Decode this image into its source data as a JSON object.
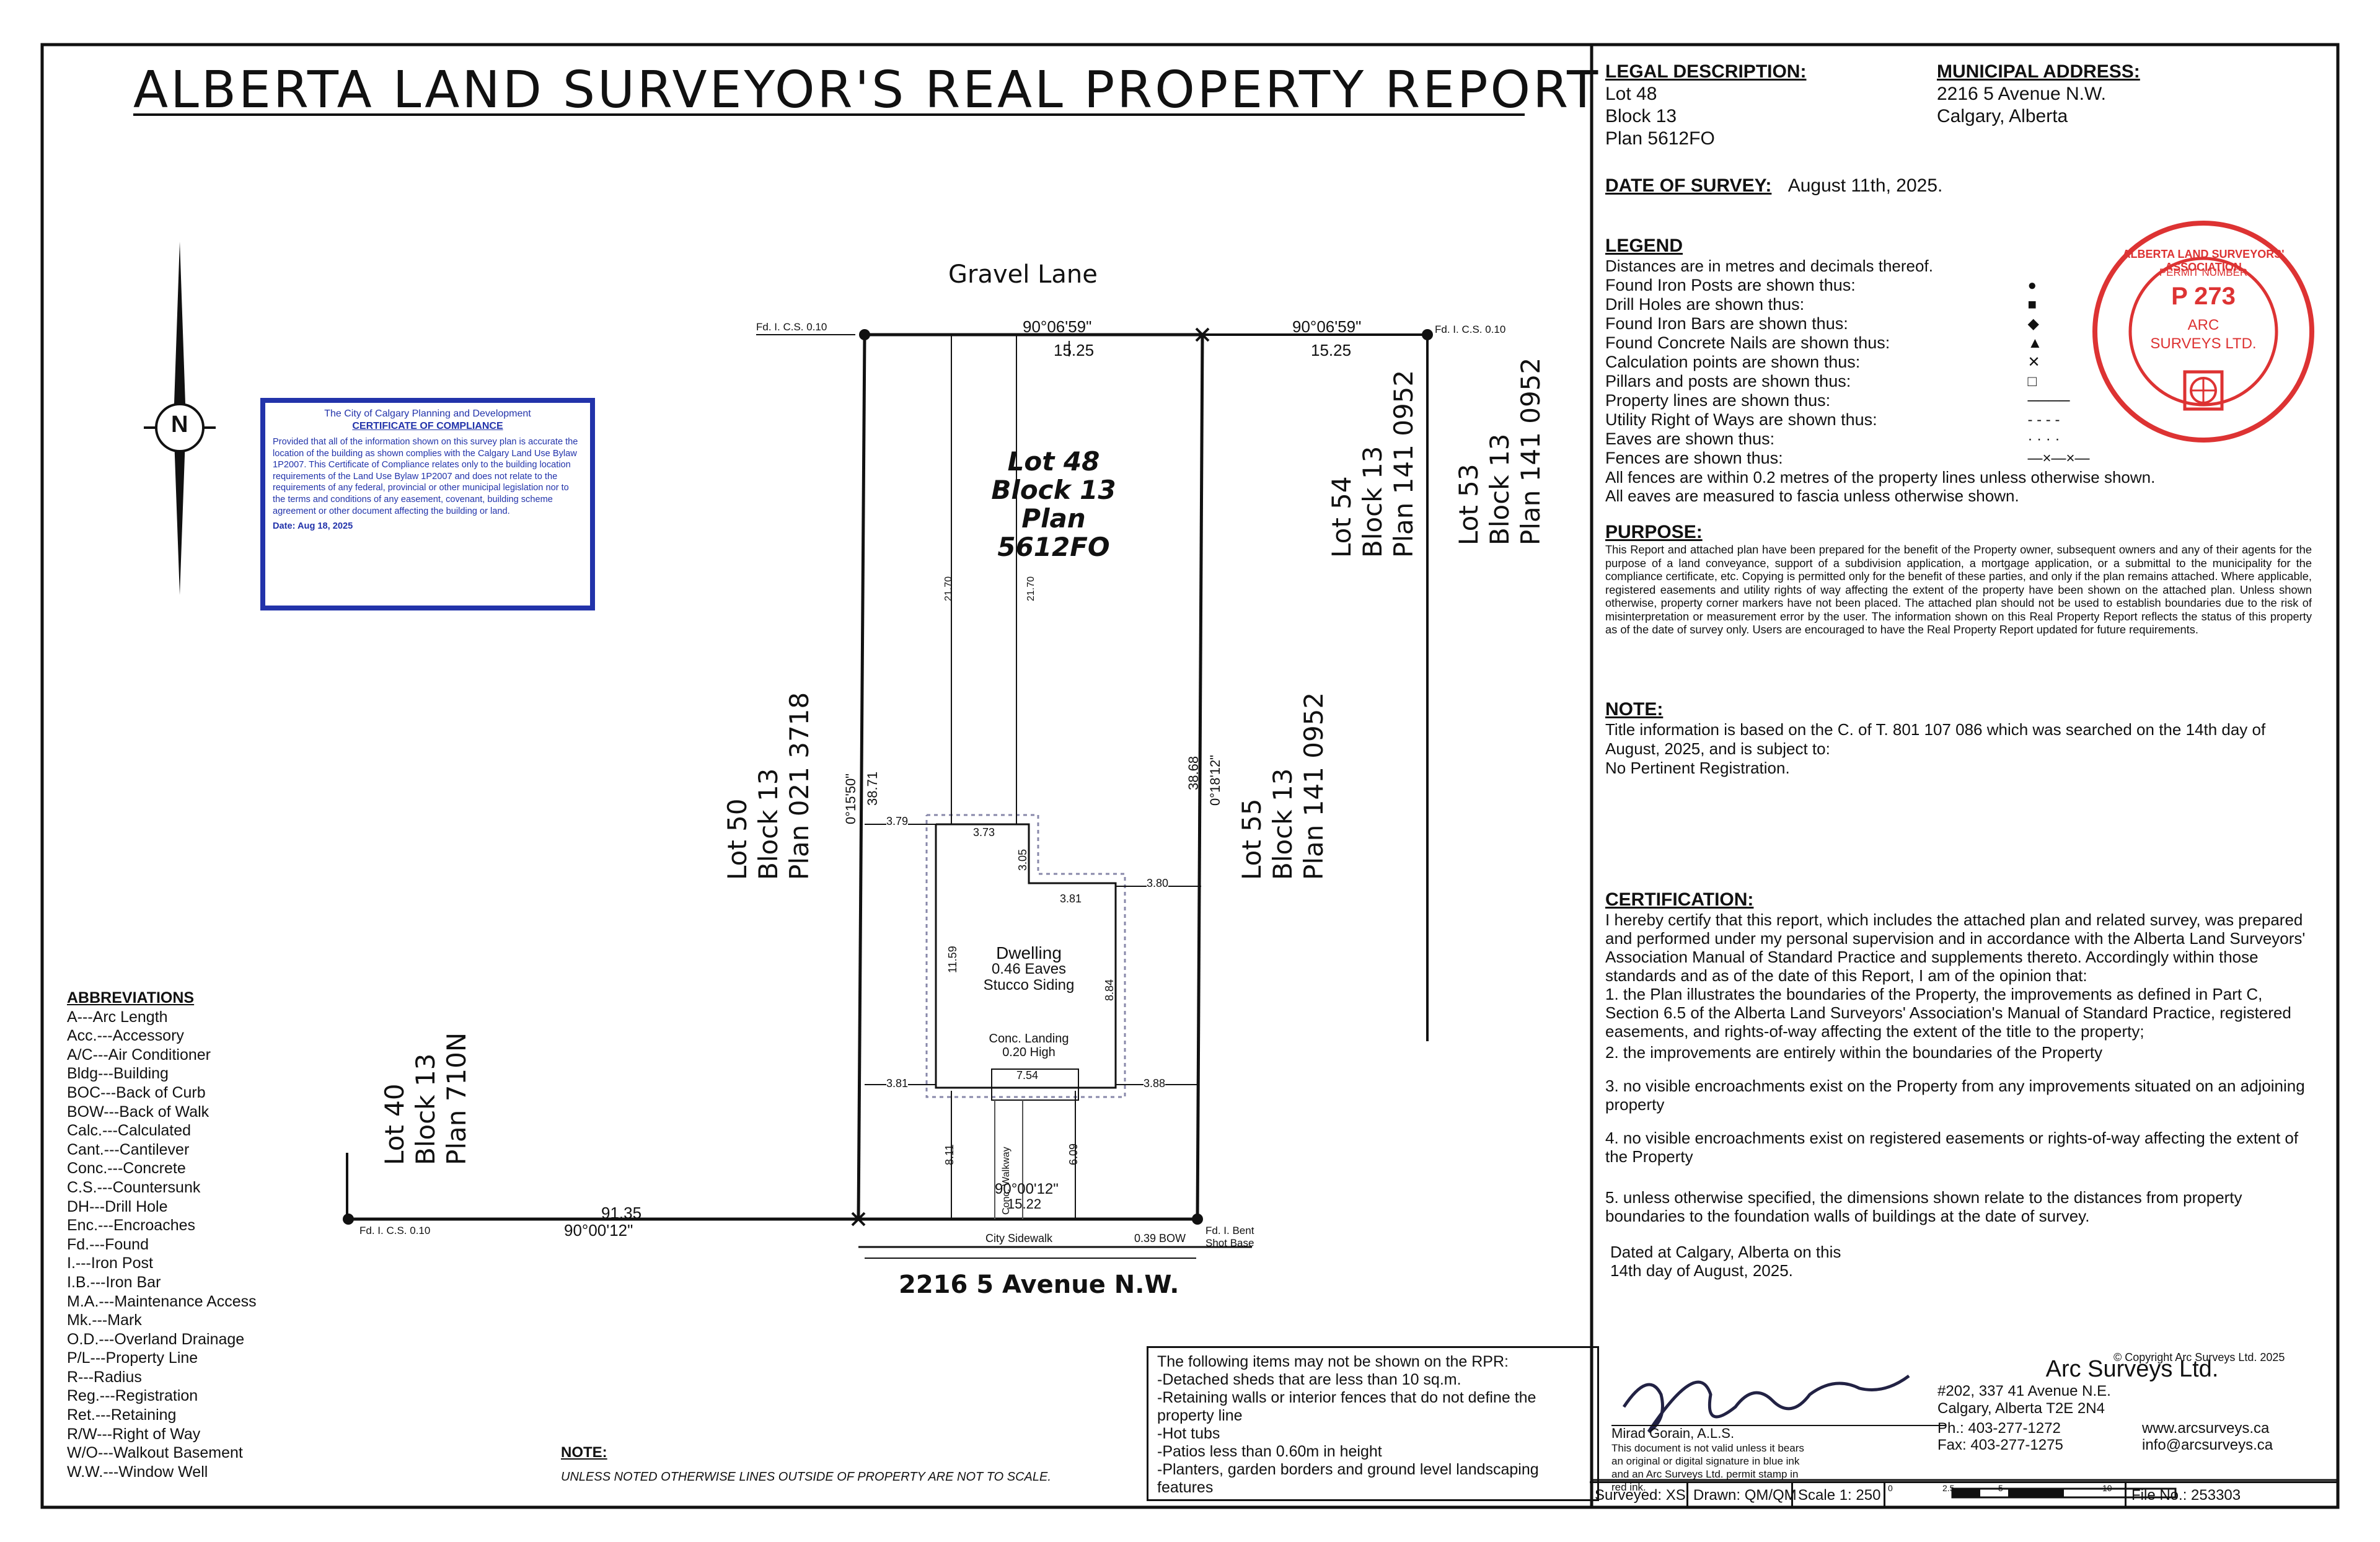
{
  "title": "ALBERTA LAND SURVEYOR'S REAL PROPERTY REPORT",
  "legal": {
    "heading": "LEGAL DESCRIPTION:",
    "lines": [
      "Lot 48",
      "Block 13",
      "Plan 5612FO"
    ]
  },
  "municipal": {
    "heading": "MUNICIPAL ADDRESS:",
    "lines": [
      "2216 5 Avenue N.W.",
      "Calgary, Alberta"
    ]
  },
  "survey_date": {
    "heading": "DATE OF SURVEY:",
    "value": "August 11th, 2025."
  },
  "legend": {
    "heading": "LEGEND",
    "intro": "Distances are in metres and decimals thereof.",
    "rows": [
      {
        "label": "Found Iron Posts are shown thus:",
        "symbol": "●"
      },
      {
        "label": "Drill Holes are shown thus:",
        "symbol": "■"
      },
      {
        "label": "Found Iron Bars are shown thus:",
        "symbol": "◆"
      },
      {
        "label": "Found Concrete Nails are shown thus:",
        "symbol": "▲"
      },
      {
        "label": "Calculation points are shown thus:",
        "symbol": "✕"
      },
      {
        "label": "Pillars and posts are shown thus:",
        "symbol": "□"
      },
      {
        "label": "Property lines are shown thus:",
        "symbol": "────"
      },
      {
        "label": "Utility Right of Ways are shown thus:",
        "symbol": "- - - -"
      },
      {
        "label": "Eaves are shown thus:",
        "symbol": "· · · ·"
      },
      {
        "label": "Fences are shown thus:",
        "symbol": "—×—×—"
      }
    ],
    "notes": [
      "All fences are within 0.2 metres of the property lines unless otherwise shown.",
      "All eaves are measured to fascia unless otherwise shown."
    ]
  },
  "purpose": {
    "heading": "PURPOSE:",
    "text": "This Report and attached plan have been prepared for the benefit of the Property owner, subsequent owners and any of their agents for the purpose of a land conveyance, support of a subdivision application, a mortgage application, or a submittal to the municipality for the compliance certificate, etc. Copying is permitted only for the benefit of these parties, and only if the plan remains attached. Where applicable, registered easements and utility rights of way affecting the extent of the property have been shown on the attached plan. Unless shown otherwise, property corner markers have not been placed. The attached plan should not be used to establish boundaries due to the risk of misinterpretation or measurement error by the user. The information shown on this Real Property Report reflects the status of this property as of the date of survey only. Users are encouraged to have the Real Property Report updated for future requirements."
  },
  "note": {
    "heading": "NOTE:",
    "text": "Title information is based on the C. of T. 801 107 086 which was searched on the 14th day of August, 2025, and is subject to:",
    "registration": "No Pertinent Registration."
  },
  "certification": {
    "heading": "CERTIFICATION:",
    "intro": "I hereby certify that this report, which includes the attached plan and related survey, was prepared and performed under my personal supervision and in accordance with the Alberta Land Surveyors' Association Manual of Standard Practice and supplements thereto. Accordingly within those standards and as of the date of this Report, I am of the opinion that:",
    "items": [
      "1. the Plan illustrates the boundaries of the Property, the improvements as defined in Part C, Section 6.5 of the Alberta Land Surveyors' Association's Manual of Standard Practice, registered easements, and rights-of-way affecting the extent of the title to the property;",
      "2. the improvements are entirely within the boundaries of the Property",
      "3. no visible encroachments exist on the Property from any improvements situated on an adjoining property",
      "4. no visible encroachments exist on registered easements or rights-of-way affecting the extent of the Property",
      "5. unless otherwise specified, the dimensions shown relate to the distances from property boundaries to the foundation walls of buildings at the date of survey."
    ],
    "dated": [
      "Dated at Calgary, Alberta on this",
      "14th day of August, 2025."
    ]
  },
  "signature": {
    "name": "Mirad Gorain, A.L.S.",
    "disclaimer": "This document is not valid unless it bears an original or digital signature in blue ink and an Arc Surveys Ltd. permit stamp in red ink."
  },
  "stamp": {
    "outer": "ALBERTA LAND SURVEYORS' ASSOCIATION",
    "permit_label": "PERMIT NUMBER",
    "permit": "P 273",
    "company": [
      "ARC",
      "SURVEYS LTD."
    ]
  },
  "company": {
    "copyright": "© Copyright Arc Surveys Ltd. 2025",
    "name": "Arc Surveys Ltd.",
    "address": [
      "#202, 337 41 Avenue N.E.",
      "Calgary, Alberta T2E 2N4"
    ],
    "phone": "Ph.: 403-277-1272",
    "fax": "Fax: 403-277-1275",
    "web": "www.arcsurveys.ca",
    "email": "info@arcsurveys.ca"
  },
  "footer": {
    "surveyed": "Surveyed: XS",
    "drawn": "Drawn: QM/QM",
    "scale": "Scale 1: 250",
    "scale_bar_ticks": [
      "0",
      "2.5",
      "5",
      "10"
    ],
    "file": "File No.: 253303"
  },
  "rpr_notes": {
    "heading": "The following items may not be shown on the RPR:",
    "items": [
      "-Detached sheds that are less than 10 sq.m.",
      "-Retaining walls or interior fences that do not define the property line",
      "-Hot tubs",
      "-Patios less than 0.60m in height",
      "-Planters, garden borders and ground level landscaping features"
    ]
  },
  "scale_note": {
    "heading": "NOTE:",
    "text": "UNLESS NOTED OTHERWISE LINES OUTSIDE OF PROPERTY ARE NOT TO SCALE."
  },
  "abbreviations": {
    "heading": "ABBREVIATIONS",
    "items": [
      "A---Arc Length",
      "Acc.---Accessory",
      "A/C---Air Conditioner",
      "Bldg---Building",
      "BOC---Back of Curb",
      "BOW---Back of Walk",
      "Calc.---Calculated",
      "Cant.---Cantilever",
      "Conc.---Concrete",
      "C.S.---Countersunk",
      "DH---Drill Hole",
      "Enc.---Encroaches",
      "Fd.---Found",
      "I.---Iron Post",
      "I.B.---Iron Bar",
      "M.A.---Maintenance Access",
      "Mk.---Mark",
      "O.D.---Overland Drainage",
      "P/L---Property Line",
      "R---Radius",
      "Reg.---Registration",
      "Ret.---Retaining",
      "R/W---Right of Way",
      "W/O---Walkout Basement",
      "W.W.---Window Well"
    ]
  },
  "compliance": {
    "org": "The City of Calgary Planning and Development",
    "heading": "CERTIFICATE OF COMPLIANCE",
    "text": "Provided that all of the information shown on this survey plan is accurate the location of the building as shown complies with the Calgary Land Use Bylaw 1P2007. This Certificate of Compliance relates only to the building location requirements of the Land Use Bylaw 1P2007 and does not relate to the requirements of any federal, provincial or other municipal legislation nor to the terms and conditions of any easement, covenant, building scheme agreement or other document affecting the building or land.",
    "date": "Date: Aug 18, 2025"
  },
  "plan": {
    "north": "N",
    "gravel_lane": "Gravel Lane",
    "street": "2216 5 Avenue N.W.",
    "sidewalk": "City Sidewalk",
    "bow": "0.39 BOW",
    "lot_main": [
      "Lot 48",
      "Block 13",
      "Plan 5612FO"
    ],
    "lot_50": [
      "Lot 50",
      "Block 13",
      "Plan 021 3718"
    ],
    "lot_55": [
      "Lot 55",
      "Block 13",
      "Plan 141 0952"
    ],
    "lot_54": [
      "Lot 54",
      "Block 13",
      "Plan 141 0952"
    ],
    "lot_53": [
      "Lot 53",
      "Block 13",
      "Plan 141 0952"
    ],
    "lot_40": [
      "Lot 40",
      "Block 13",
      "Plan 710N"
    ],
    "dwelling": [
      "Dwelling",
      "0.46 Eaves",
      "Stucco Siding"
    ],
    "landing": [
      "Conc. Landing",
      "0.20 High"
    ],
    "walkway": "Conc. Walkway",
    "found_nw": "Fd. I. C.S. 0.10",
    "found_ne": "Fd. I. C.S. 0.10",
    "found_sw": "Fd. I. C.S. 0.10",
    "found_se": "Fd. I. Bent Shot Base",
    "bearing_n": "90°06'59\"",
    "bearing_ne": "90°06'59\"",
    "bearing_s": "90°00'12\"",
    "bearing_sw": "90°00'12\"",
    "bearing_w": "0°15'50\"",
    "bearing_e": "0°18'12\"",
    "dims": {
      "north": "15.25",
      "north_ext": "15.25",
      "south": "15.22",
      "sw_ext": "91.35",
      "west": "38.71",
      "east": "38.68",
      "rear_w": "21.70",
      "rear_e": "21.70",
      "w_rear": "3.79",
      "notch_top": "3.73",
      "notch_side": "3.05",
      "notch_back": "3.81",
      "e_rear": "3.80",
      "dw_w": "11.59",
      "dw_e": "8.84",
      "front_w": "3.81",
      "front_e": "3.88",
      "landing_w": "7.54",
      "front_set_w": "8.11",
      "front_set_e": "6.09"
    }
  }
}
